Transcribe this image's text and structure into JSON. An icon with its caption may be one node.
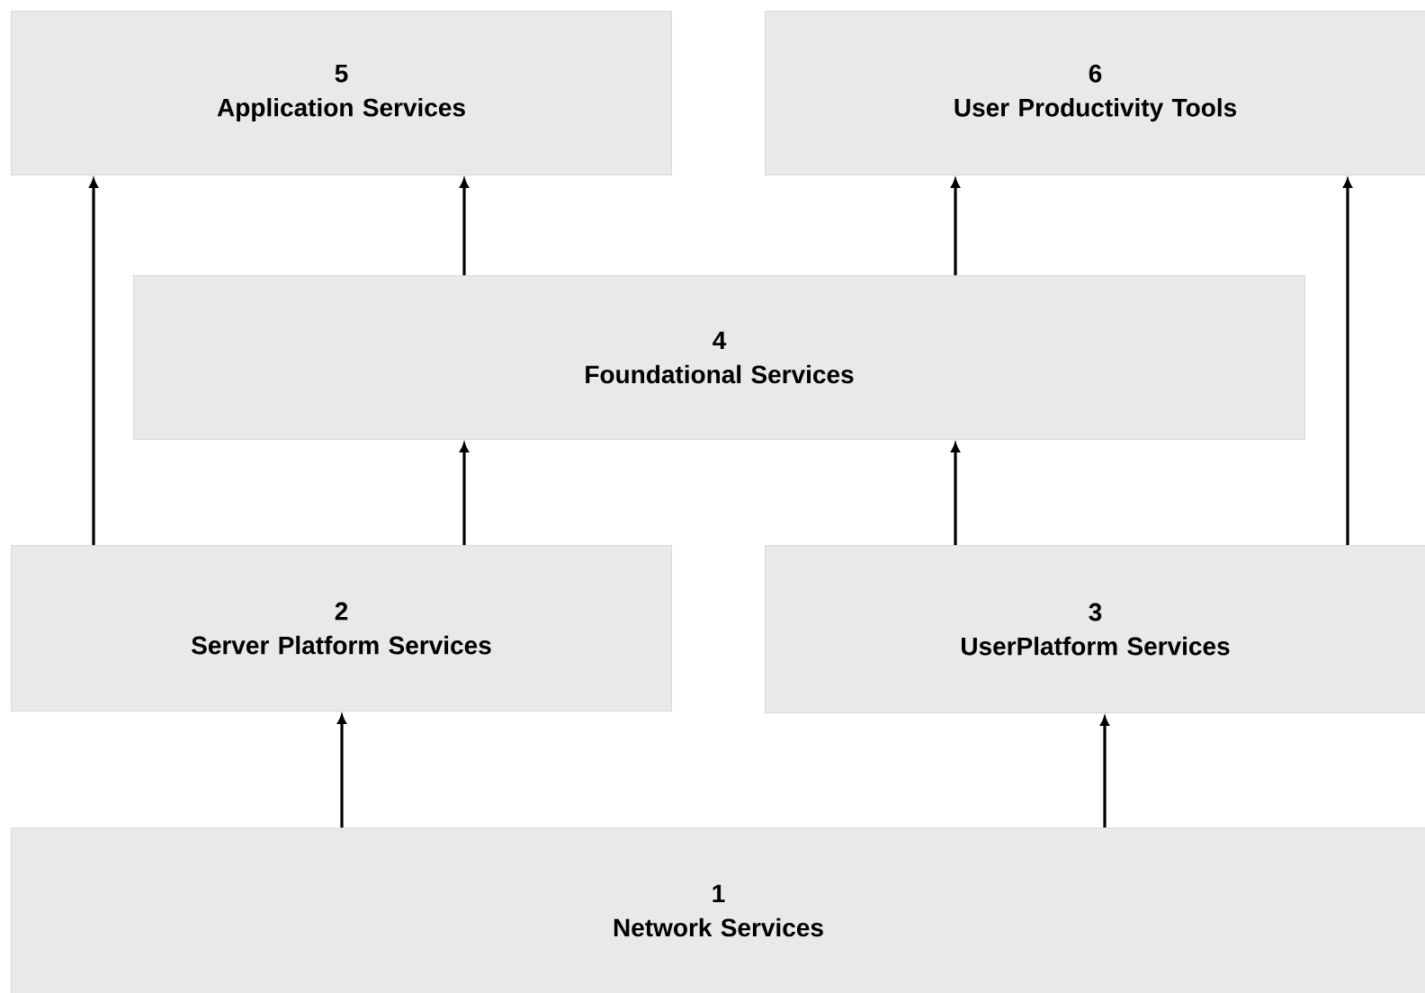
{
  "diagram": {
    "nodes": [
      {
        "text": [
          "5",
          "Application Services"
        ]
      },
      {
        "text": [
          "6",
          "User Productivity Tools"
        ]
      },
      {
        "text": [
          "4",
          "Foundational Services"
        ]
      },
      {
        "text": [
          "2",
          "Server Platform Services"
        ]
      },
      {
        "text": [
          "3",
          "UserPlatform Services"
        ]
      },
      {
        "text": [
          "1",
          "Network Services"
        ]
      }
    ],
    "edges": [
      {
        "from": 3,
        "to": 0,
        "arrow": "to"
      },
      {
        "from": 2,
        "to": 0,
        "arrow": "to"
      },
      {
        "from": 2,
        "to": 1,
        "arrow": "to"
      },
      {
        "from": 4,
        "to": 1,
        "arrow": "to"
      },
      {
        "from": 3,
        "to": 2,
        "arrow": "to"
      },
      {
        "from": 4,
        "to": 2,
        "arrow": "to"
      },
      {
        "from": 5,
        "to": 3,
        "arrow": "to"
      },
      {
        "from": 5,
        "to": 4,
        "arrow": "to"
      }
    ]
  }
}
